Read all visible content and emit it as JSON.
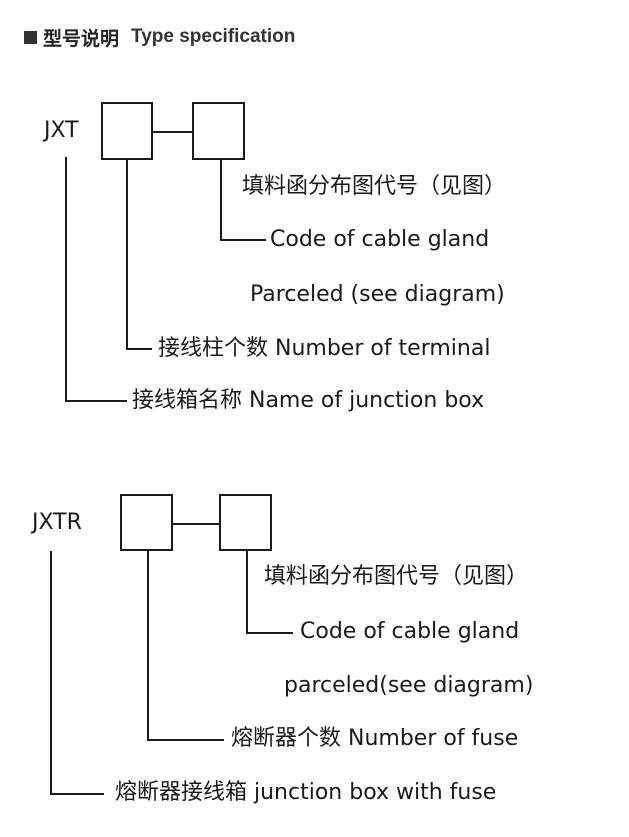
{
  "header": {
    "title_zh": "型号说明",
    "title_en": "Type specification"
  },
  "diagram1": {
    "code": "JXT",
    "gland_zh": "填料函分布图代号（见图）",
    "gland_en_line1": "Code of cable gland",
    "gland_en_line2": "Parceled (see diagram)",
    "terminal": "接线柱个数  Number of terminal",
    "name": "接线箱名称  Name of junction box"
  },
  "diagram2": {
    "code": "JXTR",
    "gland_zh": "填料函分布图代号（见图）",
    "gland_en_line1": "Code of cable gland",
    "gland_en_line2": "parceled(see diagram)",
    "fuse_count": "熔断器个数  Number of fuse",
    "name": "熔断器接线箱 junction box with fuse"
  }
}
